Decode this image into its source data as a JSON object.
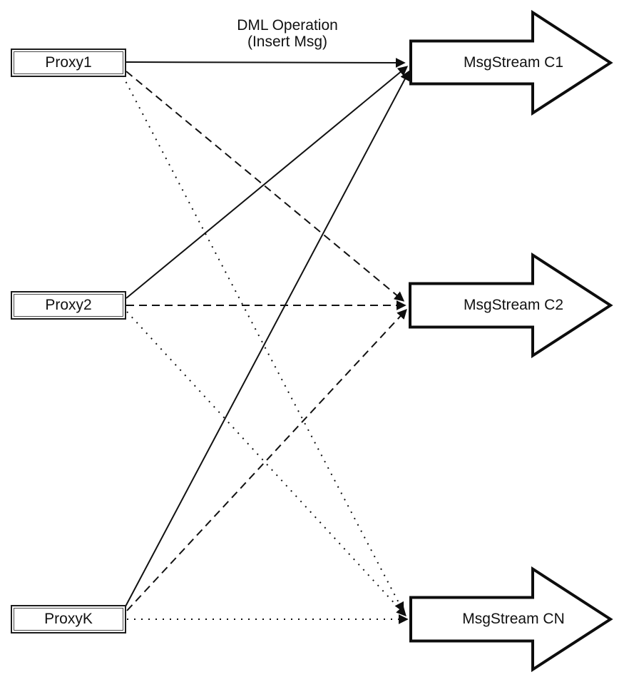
{
  "diagram": {
    "title": {
      "line1": "DML Operation",
      "line2": "(Insert Msg)"
    },
    "proxies": [
      {
        "id": "proxy1",
        "label": "Proxy1"
      },
      {
        "id": "proxy2",
        "label": "Proxy2"
      },
      {
        "id": "proxyk",
        "label": "ProxyK"
      }
    ],
    "streams": [
      {
        "id": "c1",
        "label": "MsgStream C1"
      },
      {
        "id": "c2",
        "label": "MsgStream C2"
      },
      {
        "id": "cn",
        "label": "MsgStream CN"
      }
    ],
    "edges": [
      {
        "from": "Proxy1",
        "to": "MsgStream C1",
        "line_style": "solid"
      },
      {
        "from": "Proxy1",
        "to": "MsgStream C2",
        "line_style": "dashed"
      },
      {
        "from": "Proxy1",
        "to": "MsgStream CN",
        "line_style": "dotted"
      },
      {
        "from": "Proxy2",
        "to": "MsgStream C1",
        "line_style": "solid"
      },
      {
        "from": "Proxy2",
        "to": "MsgStream C2",
        "line_style": "dashed"
      },
      {
        "from": "Proxy2",
        "to": "MsgStream CN",
        "line_style": "dotted"
      },
      {
        "from": "ProxyK",
        "to": "MsgStream C1",
        "line_style": "solid"
      },
      {
        "from": "ProxyK",
        "to": "MsgStream C2",
        "line_style": "dashed"
      },
      {
        "from": "ProxyK",
        "to": "MsgStream CN",
        "line_style": "dotted"
      }
    ],
    "colors": {
      "background": "#ffffff",
      "stroke": "#111111",
      "shape_fill": "#ffffff"
    }
  }
}
